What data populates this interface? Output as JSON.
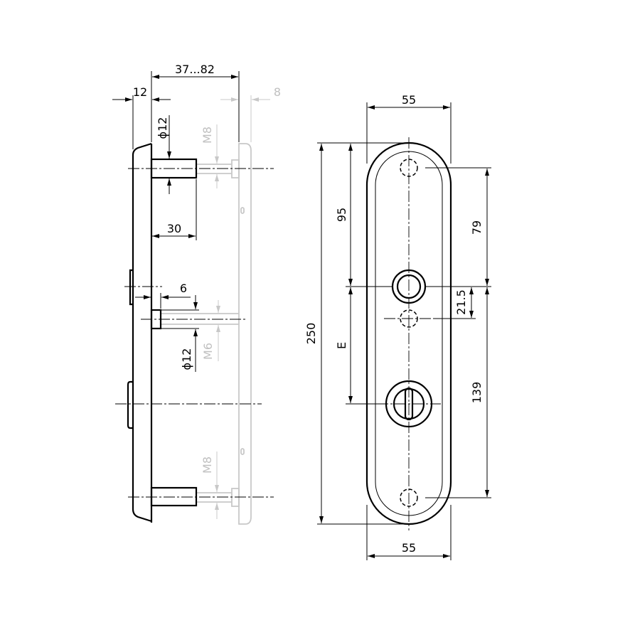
{
  "side_view": {
    "dim_overall_depth": "37...82",
    "dim_plate_thickness": "12",
    "dim_door_thickness": "8",
    "dim_spindle_diameter_top": "ϕ12",
    "dim_thread_top": "M8",
    "dim_spindle_length": "30",
    "dim_stub_length": "6",
    "dim_stub_diameter": "ϕ12",
    "dim_thread_middle": "M6",
    "dim_thread_bottom": "M8"
  },
  "front_view": {
    "dim_width_top": "55",
    "dim_width_bottom": "55",
    "dim_height": "250",
    "dim_top_to_handle": "95",
    "dim_distance_e": "E",
    "dim_hole_to_handle": "79",
    "dim_offset": "21.5",
    "dim_handle_to_bottom_hole": "139"
  }
}
